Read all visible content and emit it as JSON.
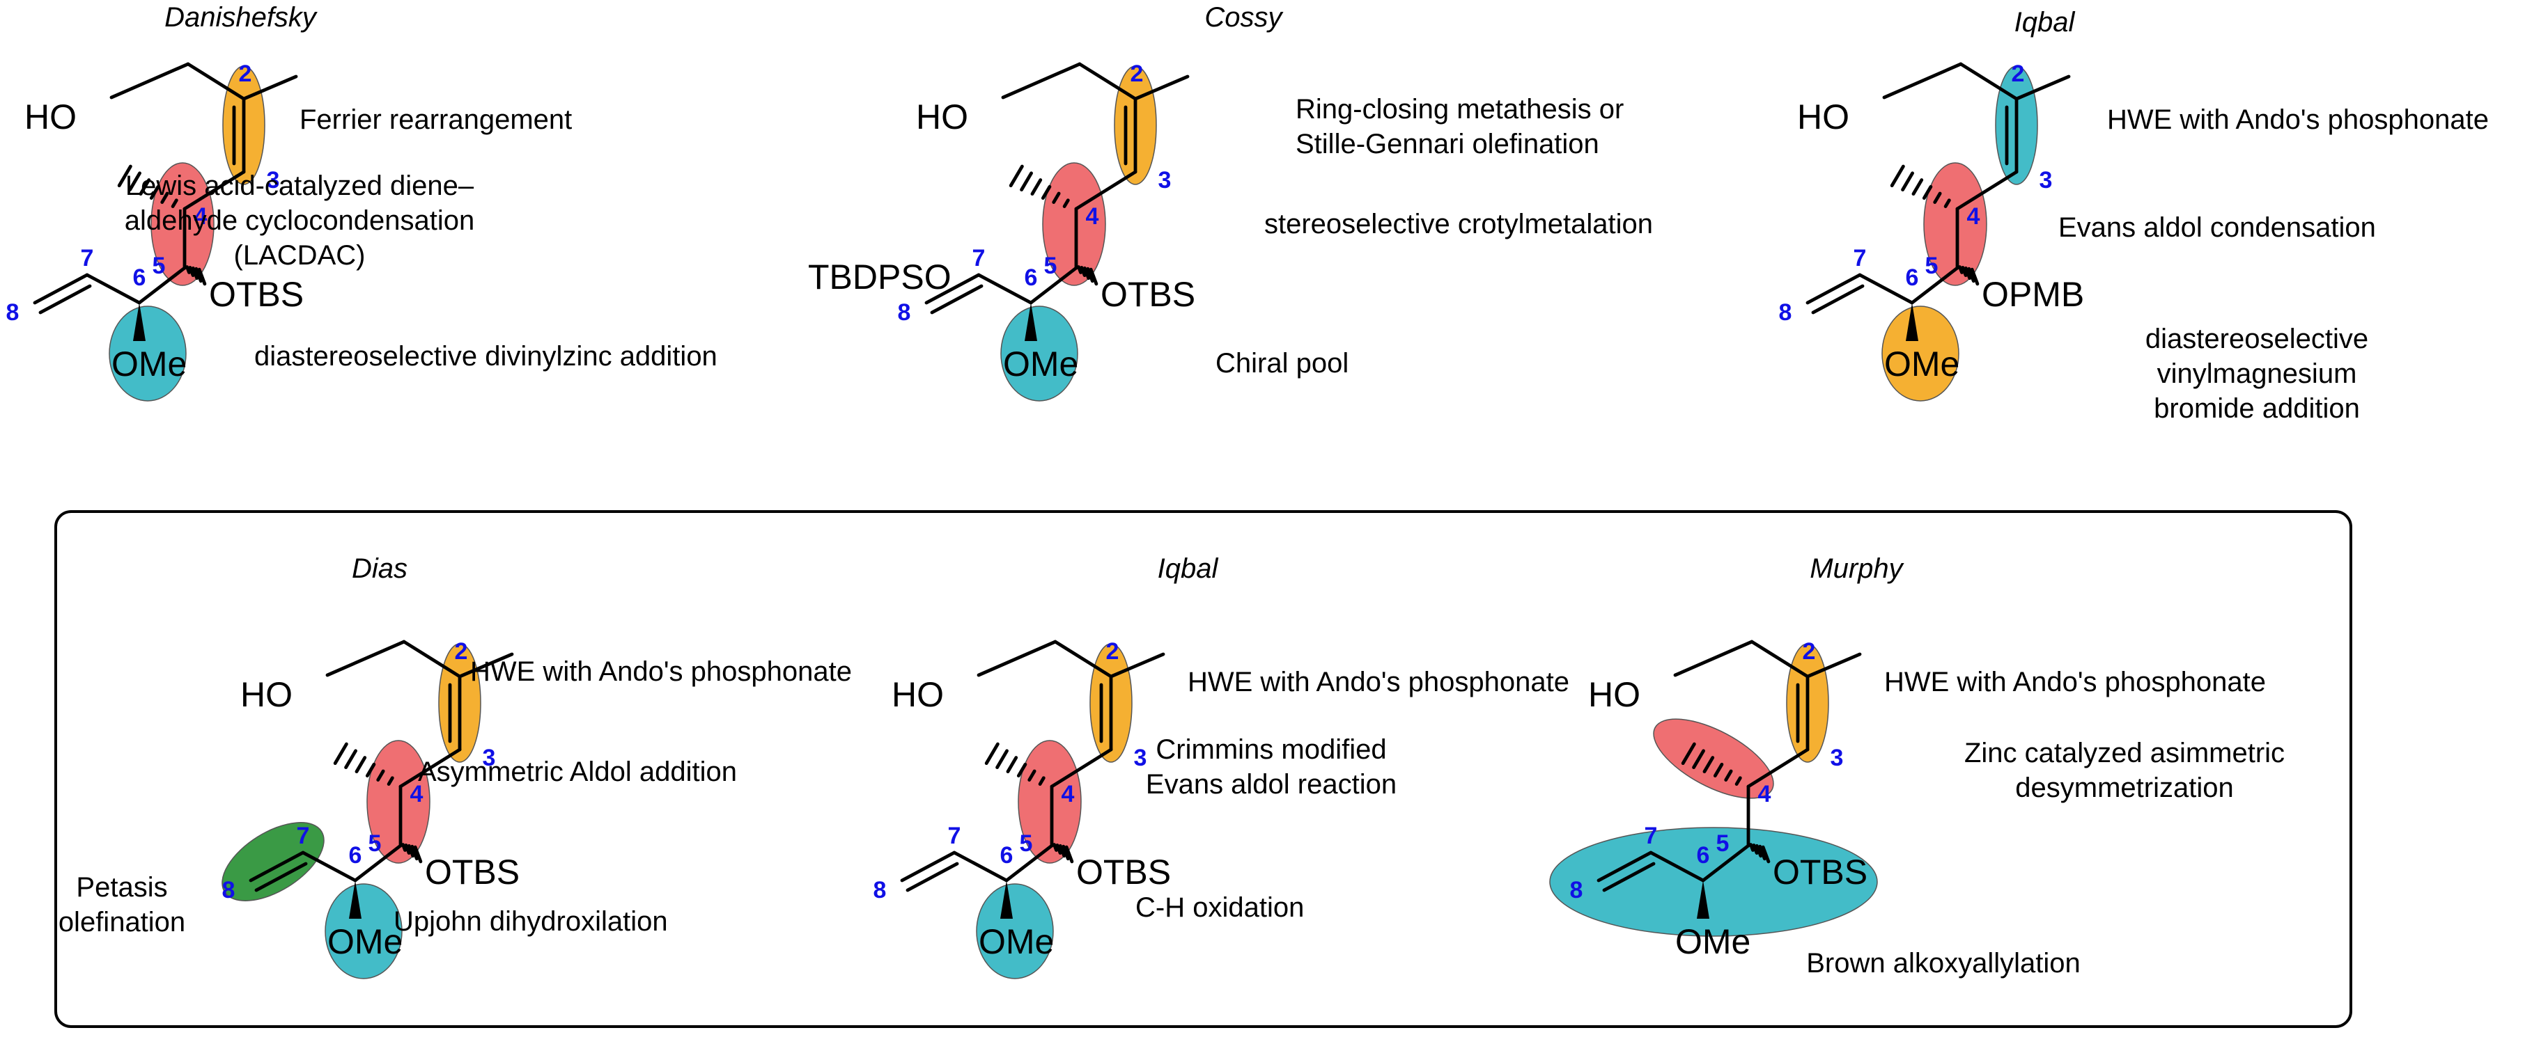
{
  "colors": {
    "orange": "#f5b032",
    "red": "#ef6f72",
    "teal": "#43bcc8",
    "green": "#3a9a45",
    "atom_number": "#1010e6",
    "box_border": "#000000"
  },
  "atom_numbers": [
    "2",
    "3",
    "4",
    "5",
    "6",
    "7",
    "8"
  ],
  "panels": [
    {
      "author": "Danishefsky",
      "labels": {
        "hydroxyl": "HO",
        "silyl_ether": "OTBS",
        "methoxy": "OMe"
      },
      "highlights": {
        "c2_c3": "orange",
        "c4_c5": "red",
        "c6": "teal"
      },
      "notes": [
        [
          "Ferrier rearrangement"
        ],
        [
          "Lewis acid-catalyzed diene–",
          "aldehyde cyclocondensation",
          "(LACDAC)"
        ],
        [
          "diastereoselective divinylzinc addition"
        ]
      ]
    },
    {
      "author": "Cossy",
      "labels": {
        "hydroxyl": "HO",
        "silyl_ether": "OTBS",
        "methoxy": "OMe",
        "c7_protecting_group": "TBDPSO"
      },
      "highlights": {
        "c2_c3": "orange",
        "c4_c5": "red",
        "c6": "teal"
      },
      "notes": [
        [
          "Ring-closing metathesis or",
          "Stille-Gennari olefination"
        ],
        [
          "stereoselective crotylmetalation"
        ],
        [
          "Chiral pool"
        ]
      ]
    },
    {
      "author": "Iqbal",
      "labels": {
        "hydroxyl": "HO",
        "silyl_ether": "OPMB",
        "methoxy": "OMe"
      },
      "highlights": {
        "c2_c3": "teal",
        "c4_c5": "red",
        "c6": "orange"
      },
      "notes": [
        [
          "HWE with Ando's phosphonate"
        ],
        [
          "Evans aldol condensation"
        ],
        [
          "diastereoselective",
          "vinylmagnesium",
          "bromide addition"
        ]
      ]
    },
    {
      "author": "Dias",
      "labels": {
        "hydroxyl": "HO",
        "silyl_ether": "OTBS",
        "methoxy": "OMe"
      },
      "highlights": {
        "c2_c3": "orange",
        "c4_c5": "red",
        "c6": "teal",
        "c7_c8": "green"
      },
      "notes": [
        [
          "HWE with Ando's phosphonate"
        ],
        [
          "Asymmetric Aldol addition"
        ],
        [
          "Petasis",
          "olefination"
        ],
        [
          "Upjohn dihydroxilation"
        ]
      ]
    },
    {
      "author": "Iqbal",
      "labels": {
        "hydroxyl": "HO",
        "silyl_ether": "OTBS",
        "methoxy": "OMe"
      },
      "highlights": {
        "c2_c3": "orange",
        "c4_c5": "red",
        "c6": "teal"
      },
      "notes": [
        [
          "HWE with Ando's phosphonate"
        ],
        [
          "Crimmins modified",
          "Evans aldol reaction"
        ],
        [
          "C-H oxidation"
        ]
      ]
    },
    {
      "author": "Murphy",
      "labels": {
        "hydroxyl": "HO",
        "silyl_ether": "OTBS",
        "methoxy": "OMe"
      },
      "highlights": {
        "c2_c3": "orange",
        "c4_methyl": "red",
        "c5_c8": "teal"
      },
      "notes": [
        [
          "HWE with Ando's phosphonate"
        ],
        [
          "Zinc catalyzed asimmetric",
          "desymmetrization"
        ],
        [
          "Brown alkoxyallylation"
        ]
      ]
    }
  ]
}
